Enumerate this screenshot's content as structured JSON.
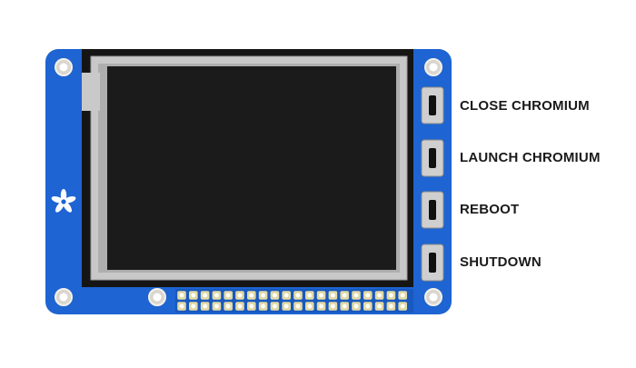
{
  "board": {
    "brand_text": "adafruit",
    "pcb_color": "#1e64d2",
    "screen_color": "#1b1b1b",
    "buttons": [
      {
        "label": "CLOSE CHROMIUM"
      },
      {
        "label": "LAUNCH CHROMIUM"
      },
      {
        "label": "REBOOT"
      },
      {
        "label": "SHUTDOWN"
      }
    ],
    "header_pins": {
      "rows": 2,
      "columns": 20
    }
  }
}
